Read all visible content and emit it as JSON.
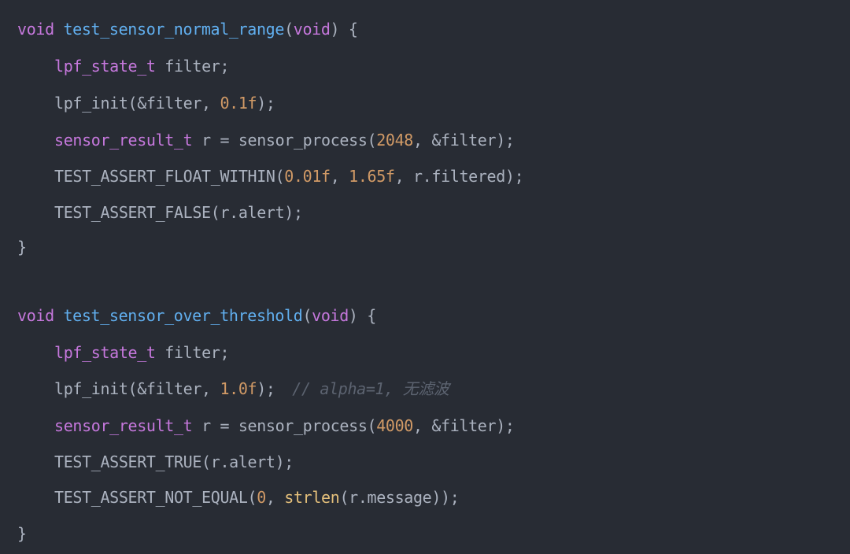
{
  "colors": {
    "background": "#282c34",
    "keyword": "#c678dd",
    "function": "#61afef",
    "type": "#c678dd",
    "number": "#d19a66",
    "builtin": "#e5c07b",
    "plain": "#abb2bf",
    "comment": "#5c6370"
  },
  "code": {
    "fn1": {
      "kw_void": "void",
      "name": "test_sensor_normal_range",
      "paren_open": "(",
      "param_void": "void",
      "sig_tail": ") {",
      "l1_type": "lpf_state_t",
      "l1_rest": " filter;",
      "l2_pre": "lpf_init(&filter, ",
      "l2_num": "0.1f",
      "l2_post": ");",
      "l3_type": "sensor_result_t",
      "l3_mid": " r = sensor_process(",
      "l3_num": "2048",
      "l3_post": ", &filter);",
      "l4_pre": "TEST_ASSERT_FLOAT_WITHIN(",
      "l4_num1": "0.01f",
      "l4_sep": ", ",
      "l4_num2": "1.65f",
      "l4_post": ", r.filtered);",
      "l5": "TEST_ASSERT_FALSE(r.alert);",
      "close": "}"
    },
    "fn2": {
      "kw_void": "void",
      "name": "test_sensor_over_threshold",
      "paren_open": "(",
      "param_void": "void",
      "sig_tail": ") {",
      "l1_type": "lpf_state_t",
      "l1_rest": " filter;",
      "l2_pre": "lpf_init(&filter, ",
      "l2_num": "1.0f",
      "l2_post": ");",
      "l2_comment": " // alpha=1, 无滤波",
      "l3_type": "sensor_result_t",
      "l3_mid": " r = sensor_process(",
      "l3_num": "4000",
      "l3_post": ", &filter);",
      "l4": "TEST_ASSERT_TRUE(r.alert);",
      "l5_pre": "TEST_ASSERT_NOT_EQUAL(",
      "l5_num": "0",
      "l5_sep": ", ",
      "l5_fn": "strlen",
      "l5_post": "(r.message));",
      "close": "}"
    }
  }
}
